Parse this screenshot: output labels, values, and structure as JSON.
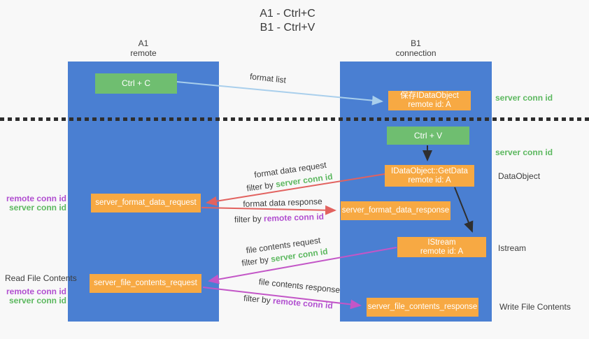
{
  "title": {
    "line1": "A1 - Ctrl+C",
    "line2": "B1 - Ctrl+V"
  },
  "columns": {
    "left": {
      "id": "A1",
      "subtitle": "remote"
    },
    "right": {
      "id": "B1",
      "subtitle": "connection"
    }
  },
  "boxes": {
    "ctrl_c": {
      "label": "Ctrl + C"
    },
    "save_dataobject": {
      "line1": "保存IDataObject",
      "line2": "remote id: A"
    },
    "ctrl_v": {
      "label": "Ctrl + V"
    },
    "getdata": {
      "line1": "IDataObject::GetData",
      "line2": "remote id: A"
    },
    "format_request": {
      "label": "server_format_data_request"
    },
    "format_response": {
      "label": "server_format_data_response"
    },
    "istream": {
      "line1": "IStream",
      "line2": "remote id: A"
    },
    "file_request": {
      "label": "server_file_contents_request"
    },
    "file_response": {
      "label": "server_file_contents_response"
    }
  },
  "arrow_labels": {
    "format_list": "format list",
    "format_data_request": "format data request",
    "filter_server_1": {
      "prefix": "filter by ",
      "value": "server conn id"
    },
    "format_data_response": "format data response",
    "filter_remote_1": {
      "prefix": "filter by ",
      "value": "remote conn id"
    },
    "file_contents_request": "file contents request",
    "filter_server_2": {
      "prefix": "filter by ",
      "value": "server conn id"
    },
    "file_contents_response": "file contents response",
    "filter_remote_2": {
      "prefix": "filter by ",
      "value": "remote conn id"
    }
  },
  "side_labels": {
    "server_conn_top": "server conn id",
    "server_conn_mid": "server conn id",
    "dataobject": "DataObject",
    "istream": "Istream",
    "write_file": "Write File Contents",
    "read_file": "Read File Contents",
    "left_remote_1": "remote conn id",
    "left_server_1": "server conn id",
    "left_remote_2": "remote conn id",
    "left_server_2": "server conn id"
  },
  "colors": {
    "panel_blue": "#4a7fd2",
    "box_green": "#6fbe70",
    "box_orange": "#f7a943",
    "arrow_red": "#e2625f",
    "arrow_magenta": "#c356c7",
    "arrow_lightblue": "#a9cfec",
    "arrow_black": "#2f2f2f",
    "text_green": "#5cb85f",
    "text_purple": "#b14fd0",
    "text_gray": "#3c3c3c"
  }
}
